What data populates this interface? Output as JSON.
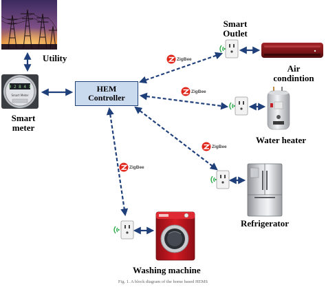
{
  "nodes": {
    "utility": "Utility",
    "smart_meter": [
      "Smart",
      "meter"
    ],
    "hem_controller": [
      "HEM",
      "Controller"
    ],
    "smart_outlet": [
      "Smart",
      "Outlet"
    ],
    "air_conditioner": [
      "Air",
      "condintion"
    ],
    "water_heater": "Water heater",
    "refrigerator": "Refrigerator",
    "washing_machine": "Washing machine"
  },
  "zigbee_label": "ZigBee",
  "smart_meter_face_text": "Smart Meter",
  "caption": "Fig. 1. A block diagram of the home based HEMS",
  "colors": {
    "link": "#1f3f7a",
    "hem_fill": "#c9d9ee",
    "zigbee_red": "#e1261c",
    "washer_red": "#c0141e",
    "ac_red": "#8a1a1a",
    "sky": "#6a4a82",
    "sunset": "#e49a3a"
  },
  "icons": [
    "power-tower-icon",
    "electric-meter-icon",
    "smart-plug-icon",
    "wifi-signal-icon",
    "zigbee-logo-icon",
    "air-conditioner-icon",
    "water-heater-icon",
    "refrigerator-icon",
    "washing-machine-icon"
  ]
}
